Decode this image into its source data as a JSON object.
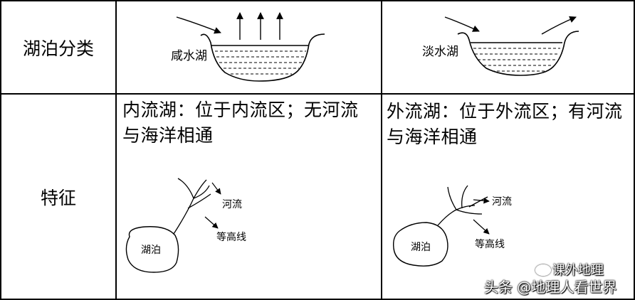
{
  "table": {
    "row1_header": "湖泊分类",
    "row2_header": "特征",
    "saltwater": {
      "lake_label": "咸水湖",
      "description": "内流湖：位于内流区；无河流与海洋相通",
      "lake_name": "湖泊",
      "river_label": "河流",
      "contour_label": "等高线"
    },
    "freshwater": {
      "lake_label": "淡水湖",
      "description": "外流湖：位于外流区；有河流与海洋相通",
      "lake_name": "湖泊",
      "river_label": "河流",
      "contour_label": "等高线"
    }
  },
  "watermark": {
    "line1": "课外地理",
    "line2": "头条 @地理人看世界"
  }
}
